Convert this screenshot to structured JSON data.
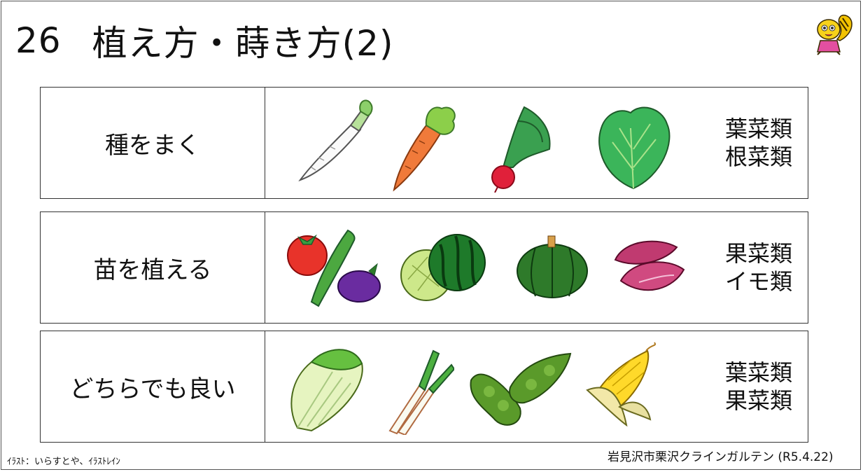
{
  "title": {
    "number": "26",
    "text": "植え方・蒔き方(2)"
  },
  "mascot": {
    "icon": "squirrel-mascot-icon"
  },
  "rows": [
    {
      "label": "種をまく",
      "categories": [
        "葉菜類",
        "根菜類"
      ],
      "icons": [
        "daikon-icon",
        "carrot-icon",
        "radish-icon",
        "leaf-lettuce-icon"
      ]
    },
    {
      "label": "苗を植える",
      "categories": [
        "果菜類",
        "イモ類"
      ],
      "icons": [
        "tomato-cucumber-eggplant-icon",
        "melon-watermelon-icon",
        "pumpkin-icon",
        "sweet-potato-icon"
      ]
    },
    {
      "label": "どちらでも良い",
      "categories": [
        "葉菜類",
        "果菜類"
      ],
      "icons": [
        "napa-cabbage-icon",
        "green-onion-icon",
        "edamame-icon",
        "corn-icon"
      ]
    }
  ],
  "footer": {
    "credit": "ｲﾗｽﾄ：いらすとや、ｲﾗｽﾄﾚｲﾝ",
    "organization": "岩見沢市栗沢クラインガルテン (R5.4.22)"
  }
}
